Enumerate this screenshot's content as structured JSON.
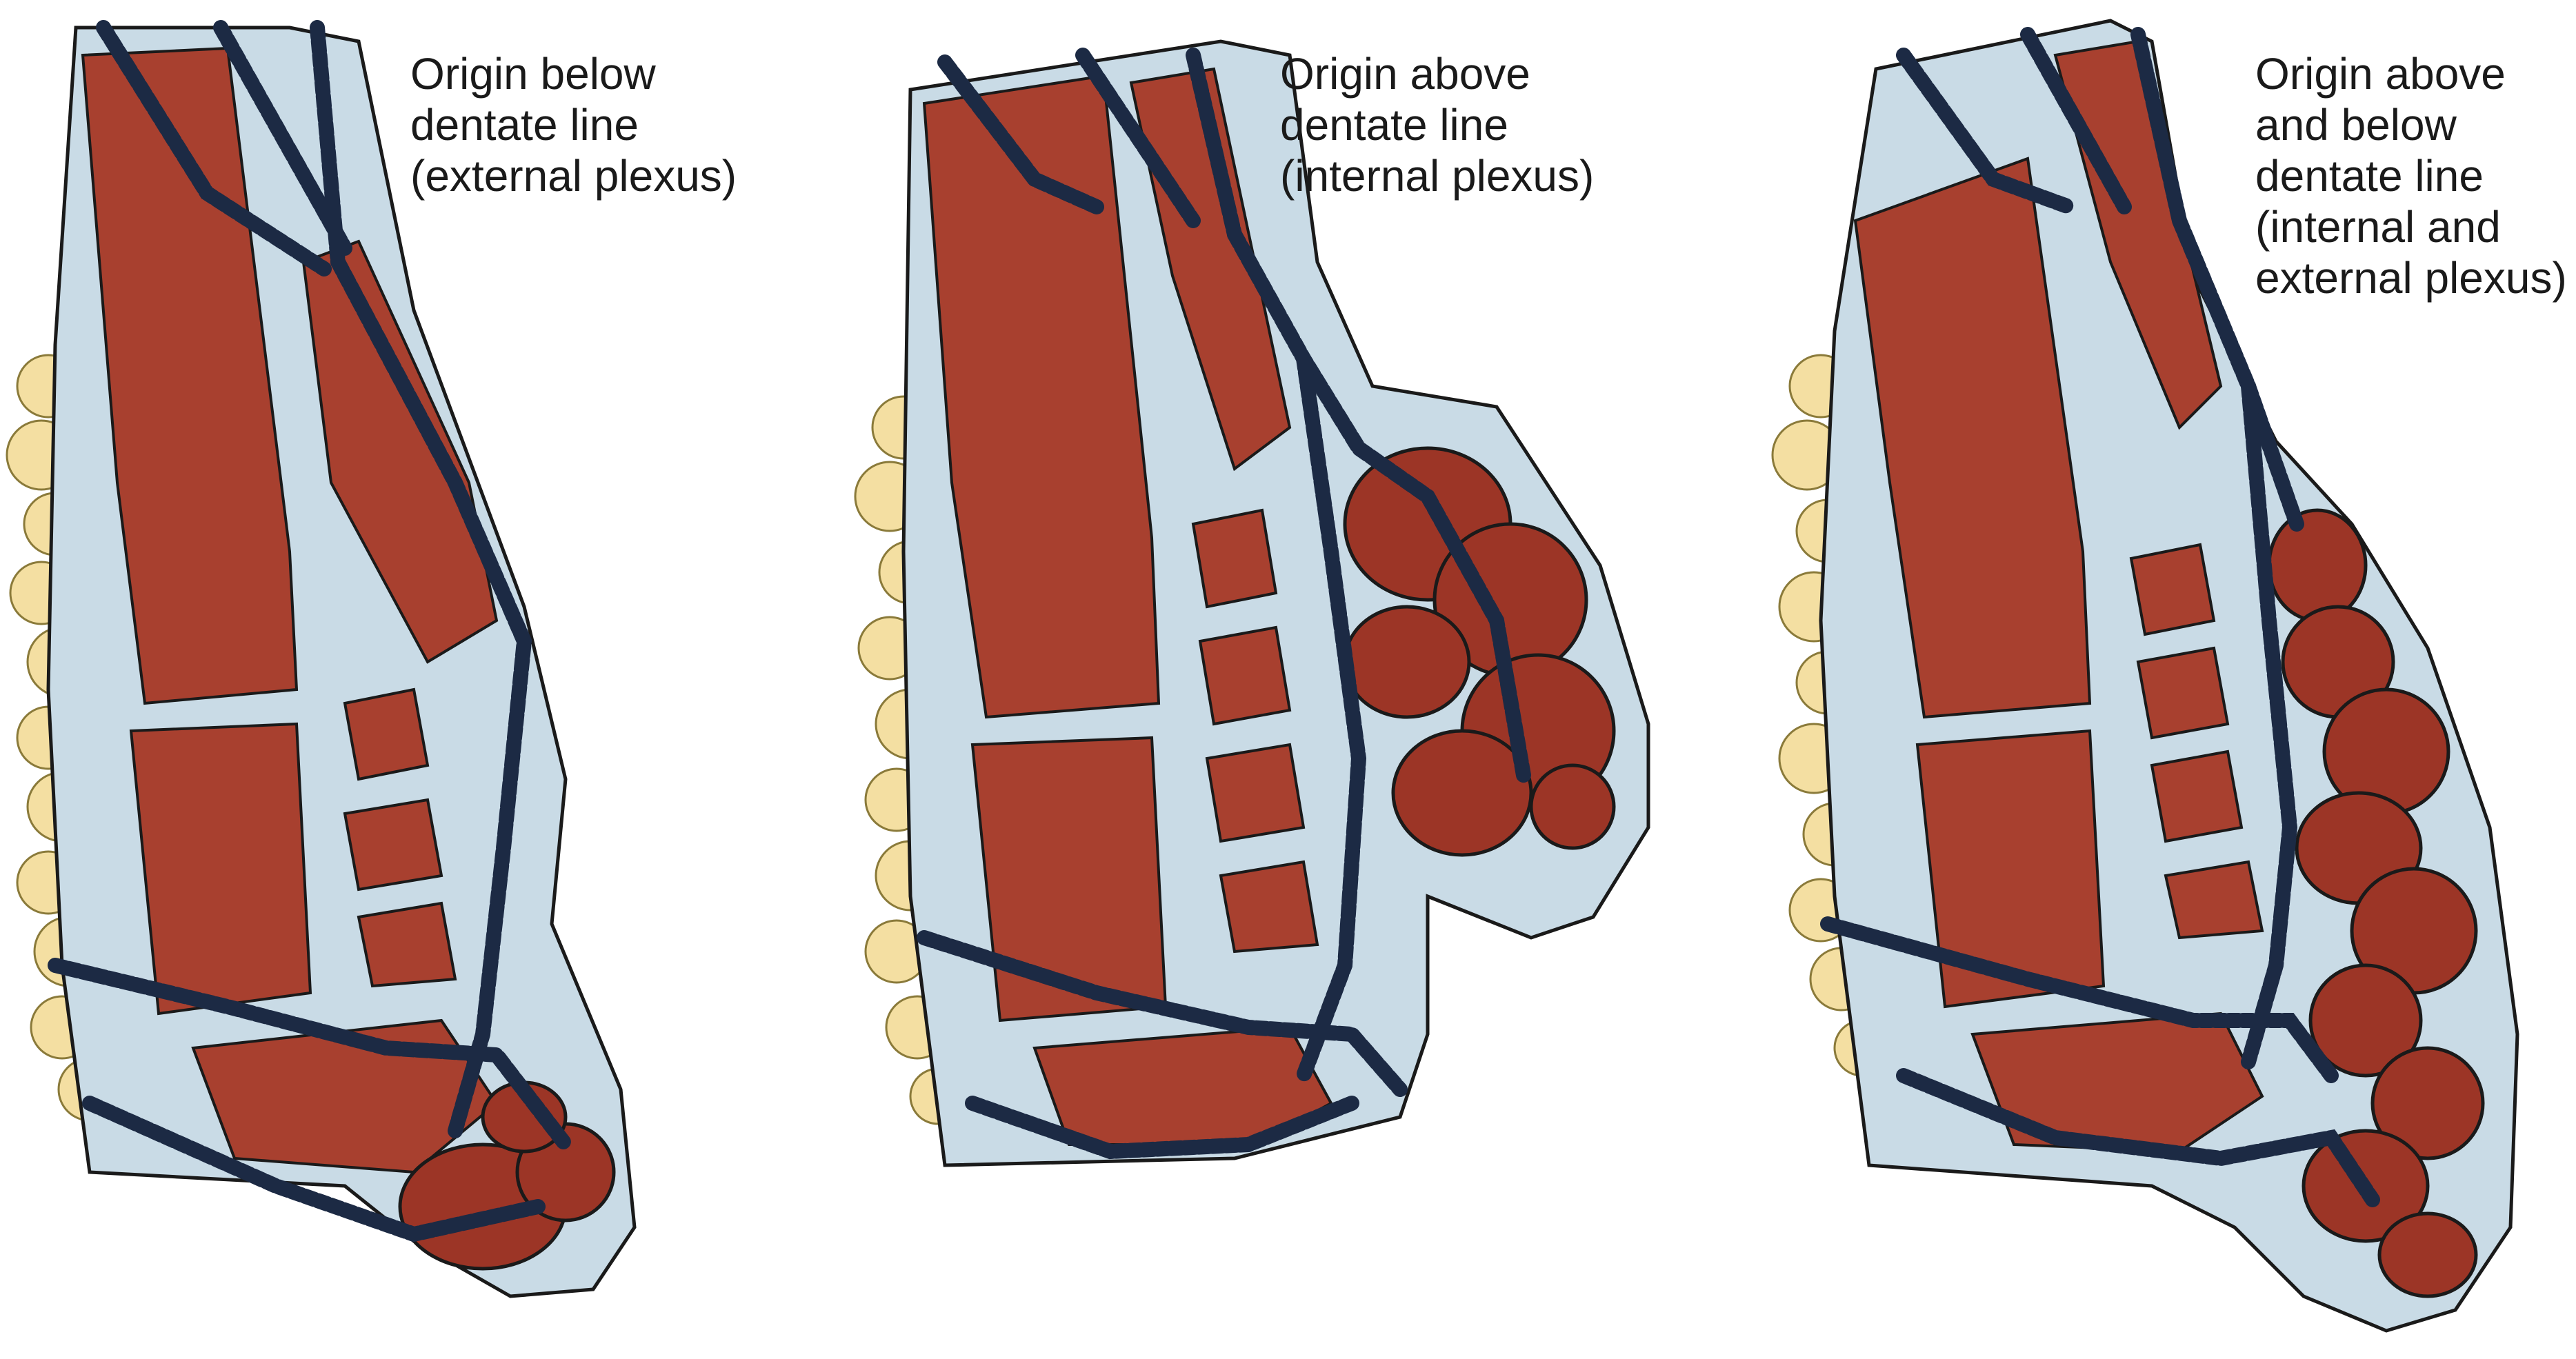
{
  "figure": {
    "panels": [
      {
        "id": "external",
        "caption_lines": [
          "Origin below",
          "dentate line",
          "(external plexus)"
        ]
      },
      {
        "id": "internal",
        "caption_lines": [
          "Origin above",
          "dentate line",
          "(internal plexus)"
        ]
      },
      {
        "id": "mixed",
        "caption_lines": [
          "Origin above",
          "and below",
          "dentate line",
          "(internal and",
          "external plexus)"
        ]
      }
    ],
    "colors": {
      "muscle": "#a8402f",
      "muscle_dark": "#6e2418",
      "mucosa": "#c9dbe6",
      "vein": "#1c2a44",
      "fat": "#f4dfa2",
      "outline": "#1a1a1a"
    }
  }
}
